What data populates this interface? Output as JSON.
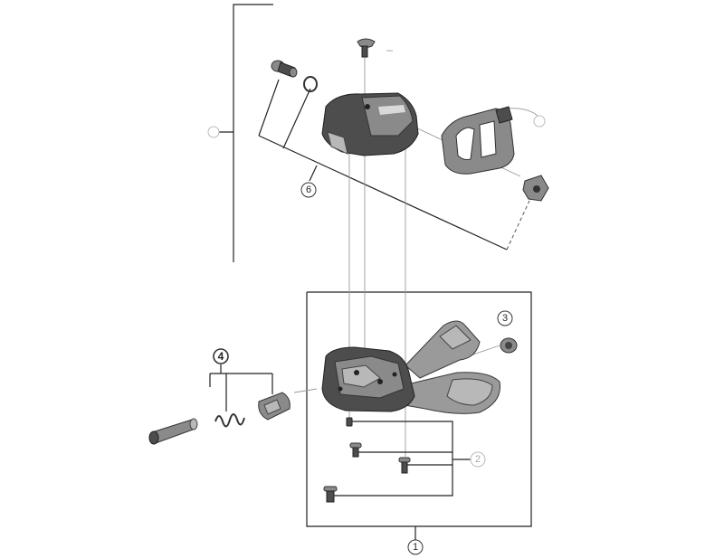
{
  "callouts": {
    "c1": "1",
    "c2": "2",
    "c3": "3",
    "c4": "4",
    "c6": "6"
  }
}
